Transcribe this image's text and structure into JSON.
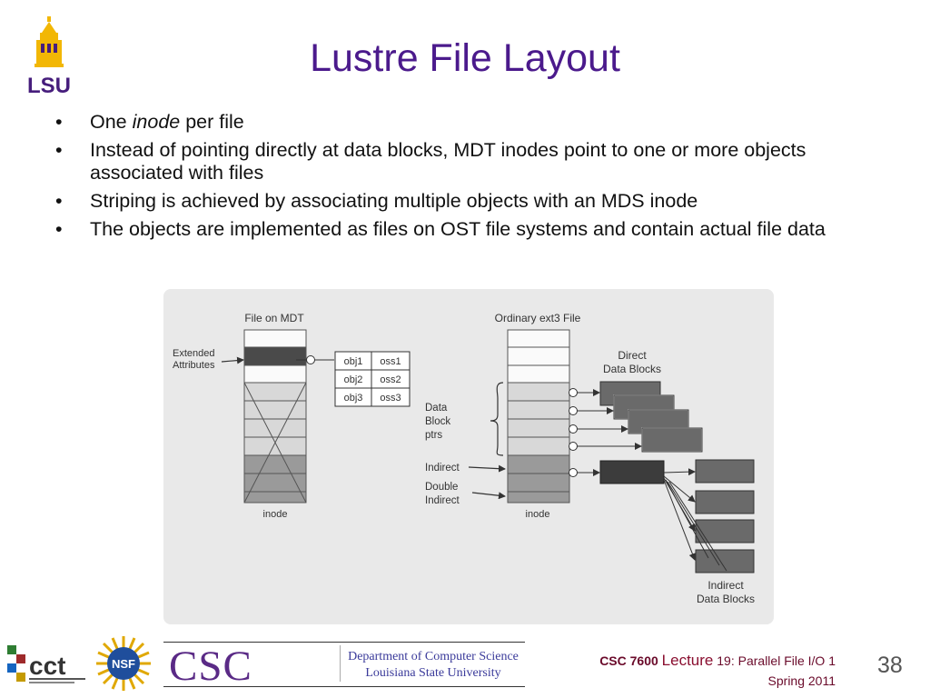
{
  "slide": {
    "title": "Lustre File Layout",
    "page_number": "38"
  },
  "bullets": [
    {
      "pre": "One ",
      "em": "inode",
      "post": " per file"
    },
    {
      "pre": "Instead of pointing directly at data blocks, MDT inodes point to one or more objects associated with files",
      "em": "",
      "post": ""
    },
    {
      "pre": "Striping is achieved by associating multiple objects with an MDS inode",
      "em": "",
      "post": ""
    },
    {
      "pre": "The objects are implemented as files on OST file systems and contain actual file data",
      "em": "",
      "post": ""
    }
  ],
  "diagram": {
    "left_title": "File on MDT",
    "ext_attr_line1": "Extended",
    "ext_attr_line2": "Attributes",
    "objects": [
      {
        "obj": "obj1",
        "oss": "oss1"
      },
      {
        "obj": "obj2",
        "oss": "oss2"
      },
      {
        "obj": "obj3",
        "oss": "oss3"
      }
    ],
    "left_inode_label": "inode",
    "right_title": "Ordinary ext3 File",
    "data_block_line1": "Data",
    "data_block_line2": "Block",
    "data_block_line3": "ptrs",
    "indirect_label": "Indirect",
    "double_line1": "Double",
    "double_line2": "Indirect",
    "right_inode_label": "inode",
    "direct_line1": "Direct",
    "direct_line2": "Data Blocks",
    "indirect_data_line1": "Indirect",
    "indirect_data_line2": "Data Blocks"
  },
  "footer": {
    "course": "CSC 7600",
    "lecture_word": "Lecture",
    "lecture_rest": "19: Parallel File I/O 1",
    "term": "Spring 2011",
    "csc_logo": "CSC",
    "dept_line1": "Department of Computer Science",
    "dept_line2": "Louisiana State University",
    "lsu_logo": "LSU",
    "cct_logo": "cct",
    "nsf_logo": "NSF"
  },
  "colors": {
    "title": "#4b1a8c",
    "lsu_gold": "#f2b705",
    "lsu_purple": "#461d7c",
    "diagram_bg": "#e9e9e9",
    "dark_block": "#4a4a4a",
    "light_block": "#d4d4d4",
    "medium_block": "#9c9c9c"
  }
}
